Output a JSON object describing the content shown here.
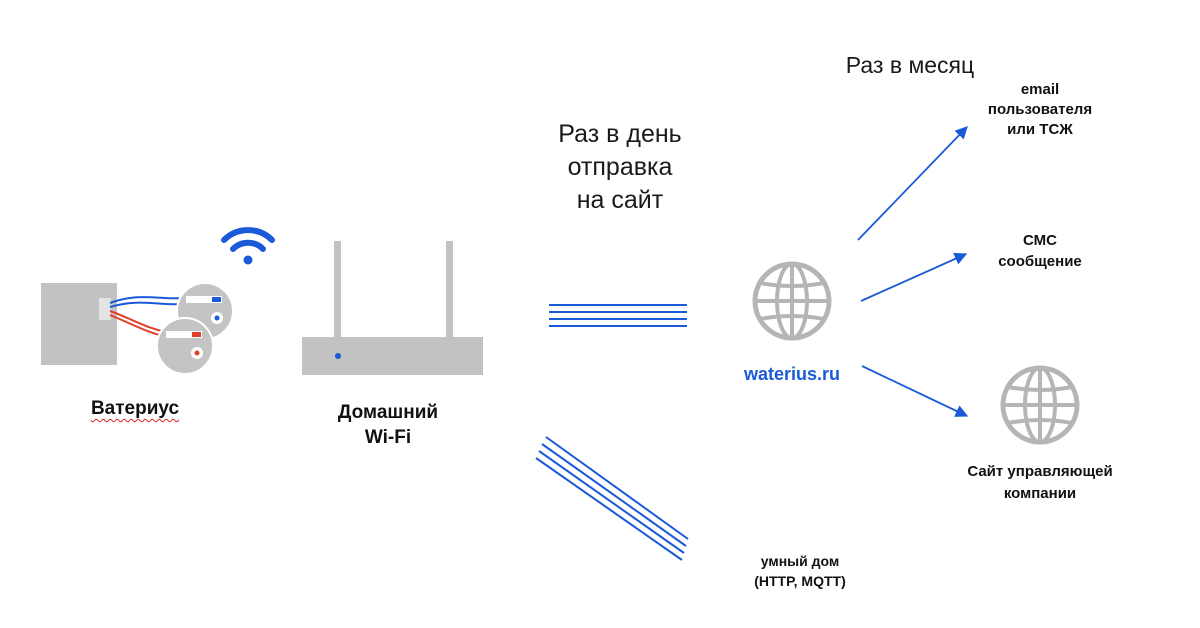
{
  "colors": {
    "accent_blue": "#1a5ad8",
    "device_gray": "#c2c2c2",
    "globe_gray": "#b5b5b5",
    "wire_red": "#e0402a",
    "text": "#111111"
  },
  "nodes": {
    "waterius": {
      "label": "Ватериус",
      "icon": "waterius-device-icon"
    },
    "router": {
      "label": "Домашний\nWi-Fi",
      "icon": "router-icon"
    },
    "wifi": {
      "icon": "wifi-icon"
    },
    "site": {
      "label": "waterius.ru",
      "icon": "globe-icon"
    },
    "email": {
      "label": "email\nпользователя\nили ТСЖ"
    },
    "sms": {
      "label": "СМС\nсообщение"
    },
    "company": {
      "label": "Сайт управляющей\nкомпании",
      "icon": "globe-icon"
    },
    "smarthome": {
      "label": "умный дом\n(HTTP, MQTT)"
    }
  },
  "annotations": {
    "daily": "Раз в день\nотправка\nна сайт",
    "monthly": "Раз в месяц"
  }
}
